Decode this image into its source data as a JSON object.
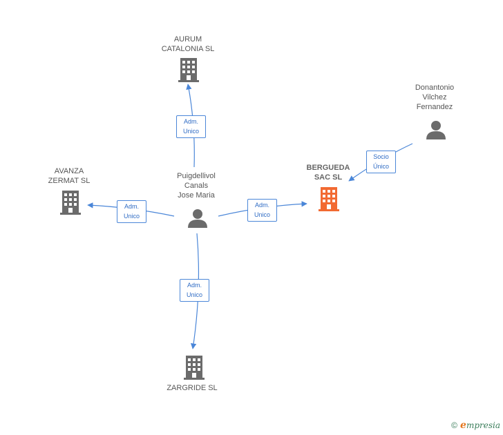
{
  "nodes": {
    "aurum": {
      "label1": "AURUM",
      "label2": "CATALONIA SL",
      "icon": "building-icon"
    },
    "avanza": {
      "label1": "AVANZA",
      "label2": "ZERMAT SL",
      "icon": "building-icon"
    },
    "bergueda": {
      "label1": "BERGUEDA",
      "label2": "SAC SL",
      "icon": "building-icon",
      "color": "#f26a32"
    },
    "zargride": {
      "label1": "ZARGRIDE SL",
      "icon": "building-icon"
    },
    "puigdellivol": {
      "label1": "Puigdellivol",
      "label2": "Canals",
      "label3": "Jose Maria",
      "icon": "person-icon"
    },
    "donantonio": {
      "label1": "Donantonio",
      "label2": "Vilchez",
      "label3": "Fernandez",
      "icon": "person-icon"
    }
  },
  "edges": {
    "to_aurum": {
      "line1": "Adm.",
      "line2": "Unico"
    },
    "to_avanza": {
      "line1": "Adm.",
      "line2": "Unico"
    },
    "to_bergueda": {
      "line1": "Adm.",
      "line2": "Unico"
    },
    "to_zargride": {
      "line1": "Adm.",
      "line2": "Unico"
    },
    "donantonio_to_bergueda": {
      "line1": "Socio",
      "line2": "Único"
    }
  },
  "colors": {
    "edge": "#4a86d8",
    "building": "#6b6b6b",
    "highlight": "#f26a32",
    "person": "#6b6b6b"
  },
  "footer": {
    "copyright": "©",
    "brand_e": "e",
    "brand_rest": "mpresia"
  }
}
